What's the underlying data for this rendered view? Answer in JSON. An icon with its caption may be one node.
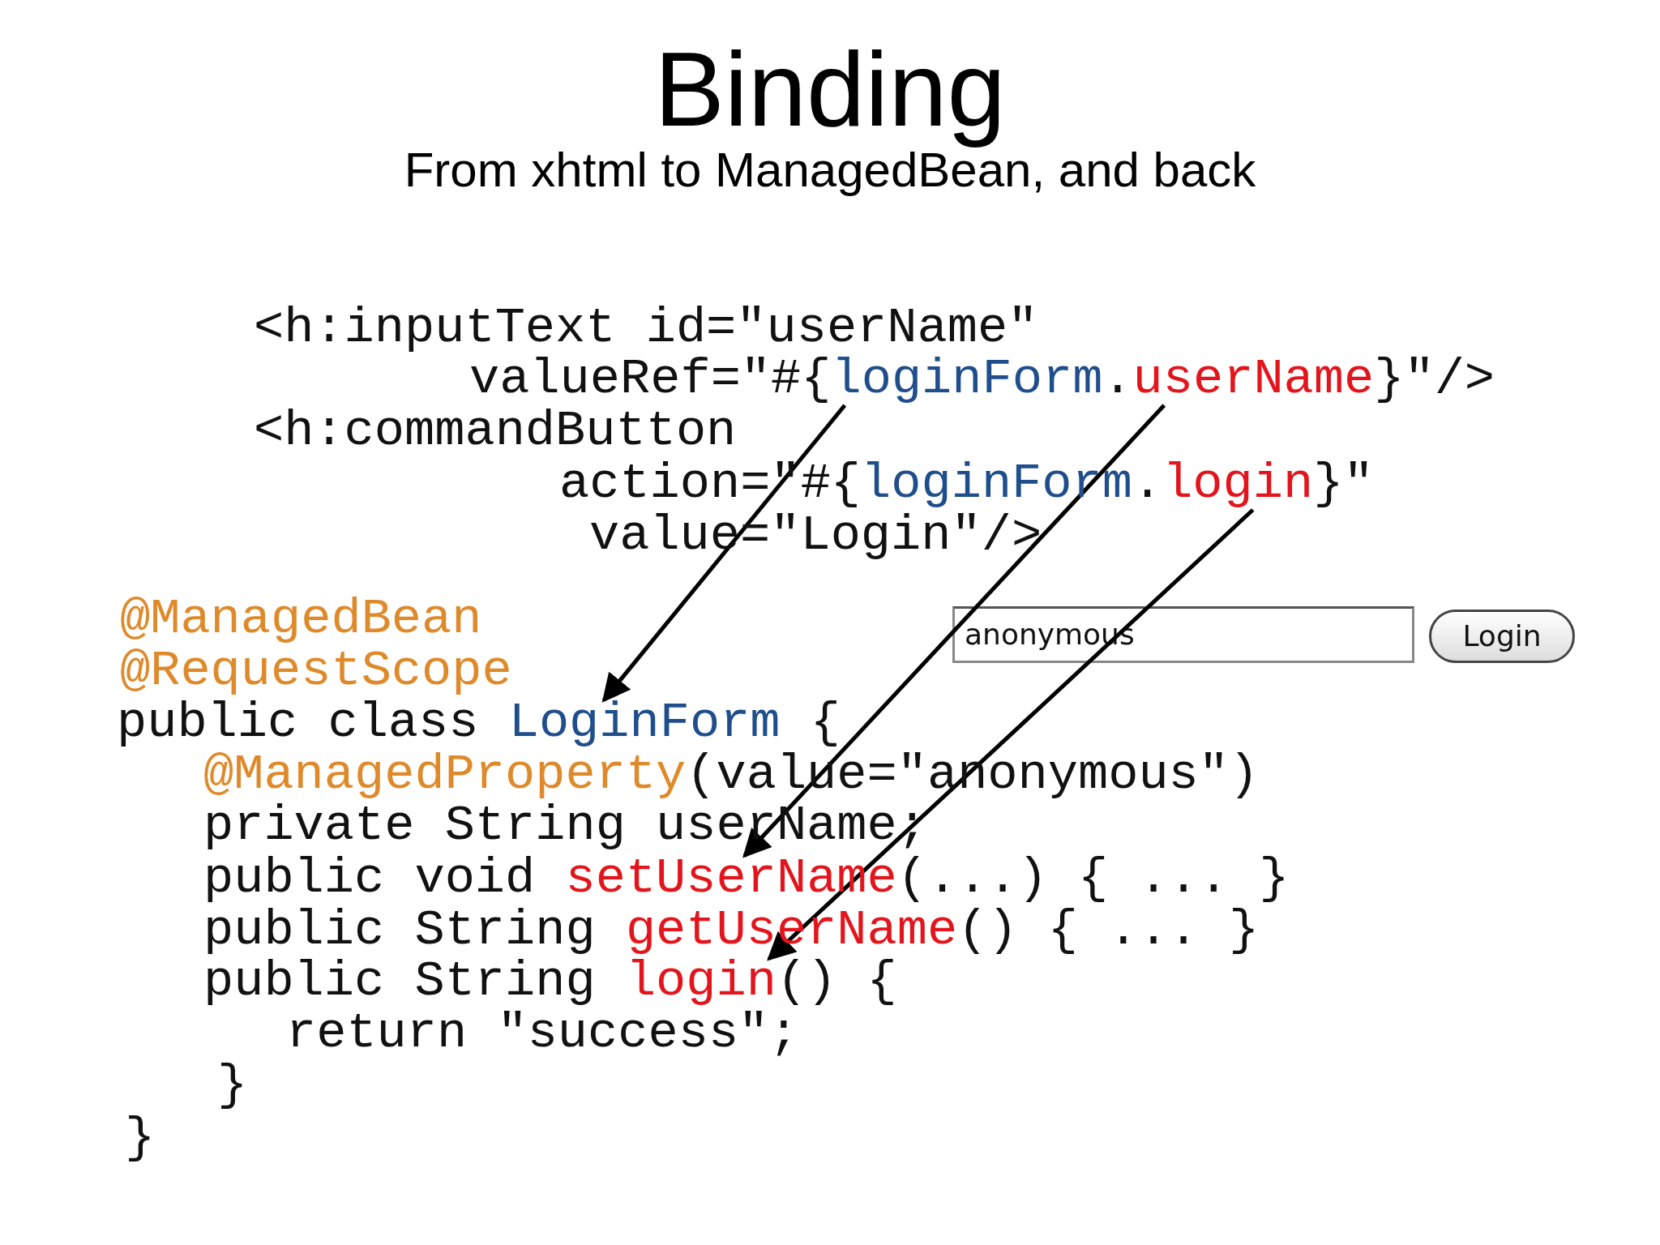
{
  "diagram": {
    "title": "Binding",
    "nodes": [
      {
        "text": [
          "loginForm"
        ]
      },
      {
        "text": [
          "userName"
        ]
      },
      {
        "text": [
          "login"
        ]
      },
      {
        "text": [
          "LoginForm"
        ]
      },
      {
        "text": [
          "setUserName"
        ]
      },
      {
        "text": [
          "login"
        ]
      }
    ],
    "edges": [
      {
        "from": 0,
        "to": 3,
        "arrow": "to"
      },
      {
        "from": 1,
        "to": 4,
        "arrow": "to"
      },
      {
        "from": 2,
        "to": 5,
        "arrow": "to"
      }
    ],
    "labels": [
      "From xhtml to ManagedBean, and back",
      "<h:inputText id=\"userName\"",
      "valueRef=\"#{",
      ".",
      "}\"/>",
      "<h:commandButton",
      "action=\"#{",
      "loginForm",
      ".",
      "}\"",
      "value=\"Login\"/>",
      "@ManagedBean",
      "anonymous",
      "Login",
      "@RequestScope",
      "public class",
      "{",
      "@ManagedProperty",
      "(value=\"anonymous\")",
      "private String userName;",
      "public void",
      "(...) { ... }",
      "public String",
      "getUserName",
      "() { ... }",
      "public String",
      "() {",
      "return \"success\";",
      "}",
      "}"
    ]
  }
}
